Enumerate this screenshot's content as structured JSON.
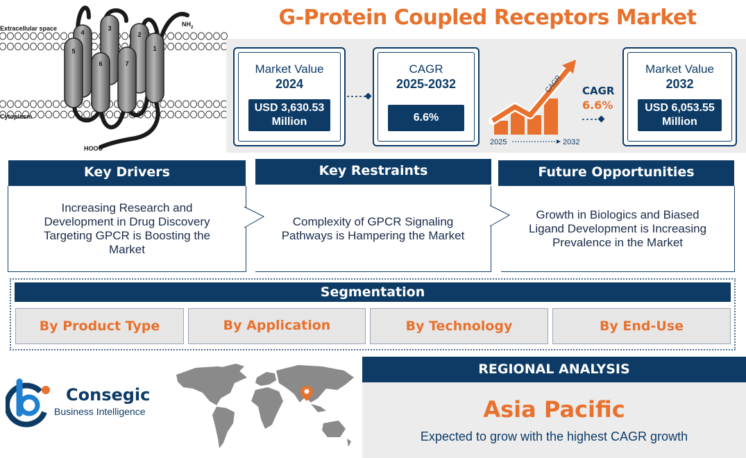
{
  "title": "G-Protein Coupled Receptors Market",
  "diagram": {
    "extracellular_label": "Extracellular space",
    "cytoplasm_label": "Cytoplasm",
    "nh2_label": "NH",
    "nh2_sub": "2",
    "hooc_label": "HOOC",
    "helix_numbers": [
      "4",
      "3",
      "2",
      "5",
      "1",
      "6",
      "7"
    ]
  },
  "stats": {
    "market_2024": {
      "label": "Market Value",
      "year": "2024",
      "value": "USD 3,630.53 Million"
    },
    "cagr": {
      "label": "CAGR",
      "period": "2025-2032",
      "value": "6.6%"
    },
    "market_2032": {
      "label": "Market Value",
      "year": "2032",
      "value": "USD 6,053.55 Million"
    },
    "cagr_graphic": {
      "arrow_label": "CAGR",
      "title": "CAGR",
      "value": "6.6%",
      "start_year": "2025",
      "end_year": "2032"
    }
  },
  "columns": [
    {
      "header": "Key Drivers",
      "text": "Increasing Research and Development in Drug Discovery Targeting GPCR is Boosting the Market"
    },
    {
      "header": "Key Restraints",
      "text": "Complexity of GPCR Signaling Pathways is Hampering the Market"
    },
    {
      "header": "Future Opportunities",
      "text": "Growth in Biologics and Biased Ligand Development is Increasing Prevalence in the Market"
    }
  ],
  "segmentation": {
    "header": "Segmentation",
    "items": [
      "By Product Type",
      "By Application",
      "By Technology",
      "By End-Use"
    ]
  },
  "logo": {
    "name": "Consegic",
    "subtitle": "Business Intelligence"
  },
  "regional": {
    "header": "REGIONAL ANALYSIS",
    "region": "Asia Pacific",
    "text": "Expected to grow with the highest CAGR growth"
  },
  "colors": {
    "navy": "#0d3b66",
    "orange": "#e8712d",
    "panel_gray": "#ececec"
  }
}
